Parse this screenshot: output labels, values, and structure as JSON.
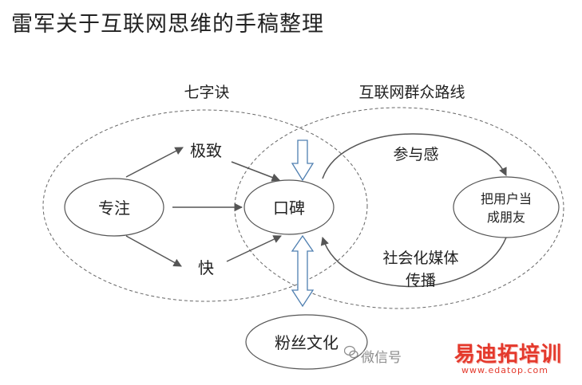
{
  "title": "雷军关于互联网思维的手稿整理",
  "group_left_label": "七字诀",
  "group_right_label": "互联网群众路线",
  "nodes": {
    "focus": "专注",
    "extreme": "极致",
    "fast": "快",
    "reputation": "口碑",
    "fan_culture": "粉丝文化",
    "friends_line1": "把用户当",
    "friends_line2": "成朋友"
  },
  "edge_labels": {
    "participation": "参与感",
    "social_media_line1": "社会化媒体",
    "social_media_line2": "传播"
  },
  "watermark": {
    "wechat": "微信号",
    "brand": "易迪拓培训",
    "url": "www.edatop.com"
  },
  "colors": {
    "line": "#555555",
    "dashed": "#666666",
    "block_arrow_fill": "#ffffff",
    "block_arrow_stroke": "#4f7fb0",
    "brand": "#e4392c"
  }
}
